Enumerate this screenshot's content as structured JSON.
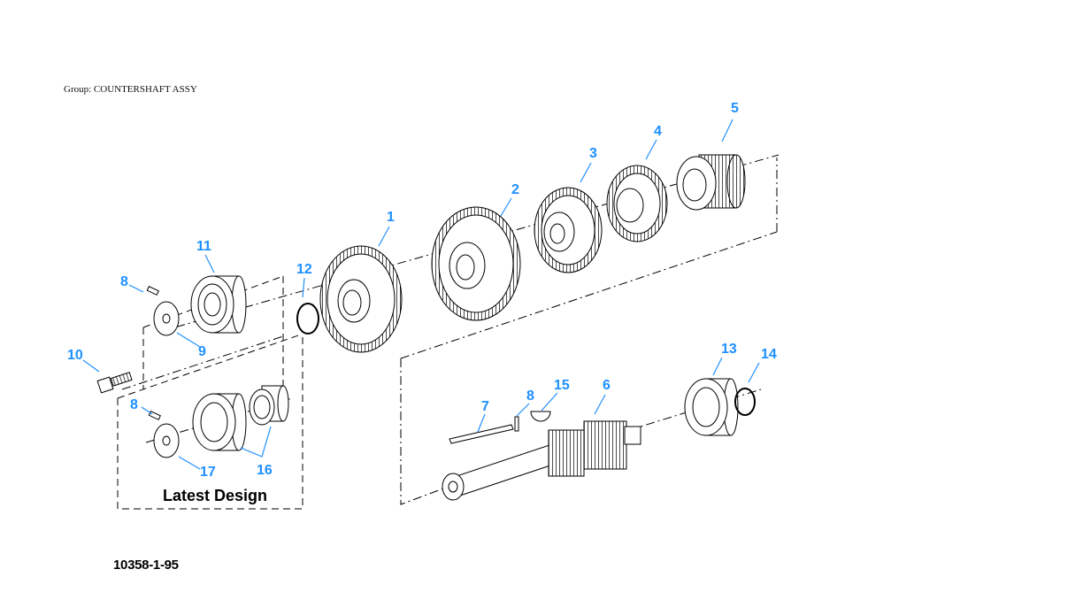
{
  "header": {
    "group_label": "Group: COUNTERSHAFT ASSY"
  },
  "figure_number": "10358-1-95",
  "caption": "Latest Design",
  "callouts": {
    "c1": "1",
    "c2": "2",
    "c3": "3",
    "c4": "4",
    "c5": "5",
    "c6": "6",
    "c7": "7",
    "c8a": "8",
    "c8b": "8",
    "c8c": "8",
    "c9": "9",
    "c10": "10",
    "c11": "11",
    "c12": "12",
    "c13": "13",
    "c14": "14",
    "c15": "15",
    "c16": "16",
    "c17": "17"
  },
  "colors": {
    "callout": "#1e90ff",
    "lines": "#000000",
    "background": "#ffffff"
  }
}
